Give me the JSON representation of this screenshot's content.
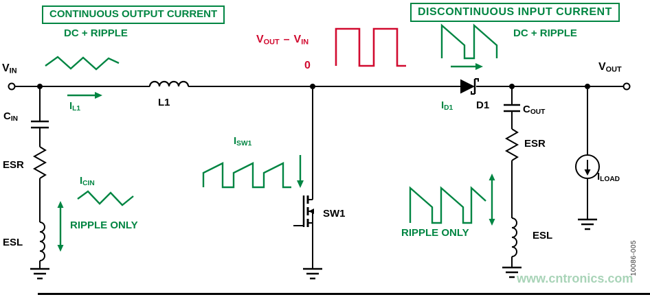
{
  "annotations": {
    "box_left": "CONTINUOUS OUTPUT CURRENT",
    "box_right": "DISCONTINUOUS INPUT CURRENT",
    "dc_ripple_left": "DC + RIPPLE",
    "dc_ripple_right": "DC + RIPPLE",
    "ripple_only_left": "RIPPLE ONLY",
    "ripple_only_right": "RIPPLE ONLY",
    "switch_node": {
      "v1": "V",
      "s1": "OUT",
      "dash": "–",
      "v2": "V",
      "s2": "IN"
    },
    "zero_level": "0"
  },
  "labels": {
    "vin": {
      "m": "V",
      "s": "IN"
    },
    "vout": {
      "m": "V",
      "s": "OUT"
    },
    "il1": {
      "m": "I",
      "s": "L1"
    },
    "l1": "L1",
    "cin": {
      "m": "C",
      "s": "IN"
    },
    "esr_left": "ESR",
    "esl_left": "ESL",
    "icin": {
      "m": "I",
      "s": "CIN"
    },
    "isw1": {
      "m": "I",
      "s": "SW1"
    },
    "sw1": "SW1",
    "id1": {
      "m": "I",
      "s": "D1"
    },
    "d1": "D1",
    "cout": {
      "m": "C",
      "s": "OUT"
    },
    "esr_right": "ESR",
    "esl_right": "ESL",
    "iload": {
      "m": "I",
      "s": "LOAD"
    }
  },
  "footer": {
    "figure_number": "10086-005",
    "watermark": "www.cntronics.com"
  },
  "colors": {
    "annotation_green": "#008542",
    "waveform_red": "#D10A2F",
    "circuit_black": "#000000",
    "watermark_green": "#A9D4B8"
  }
}
